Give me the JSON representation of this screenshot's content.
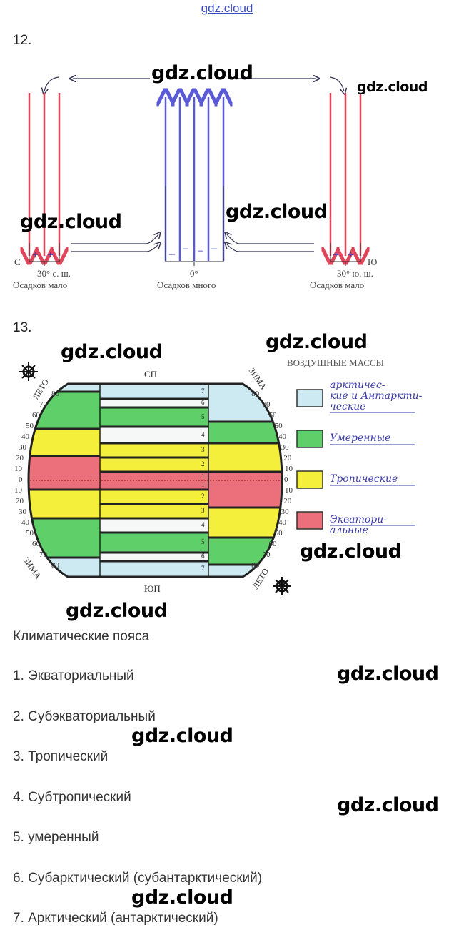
{
  "header": {
    "link": "gdz.cloud"
  },
  "task12": {
    "number": "12.",
    "labels": {
      "north": "С",
      "south": "Ю",
      "lat_north": "30° с. ш.",
      "lat_equator": "0°",
      "lat_south": "30° ю. ш.",
      "precip_low_left": "Осадков мало",
      "precip_high": "Осадков много",
      "precip_low_right": "Осадков мало",
      "plus": "+",
      "minus": "–"
    },
    "colors": {
      "descending": "#e0455a",
      "ascending": "#5a5ad6",
      "arrow": "#333355"
    }
  },
  "task13": {
    "number": "13.",
    "north_pole": "СП",
    "south_pole": "ЮП",
    "summer": "ЛЕТО",
    "winter": "ЗИМА",
    "legend_title": "ВОЗДУШНЫЕ МАССЫ",
    "legend": [
      {
        "color": "#cdeaf2",
        "line1": "арктичес-",
        "line2": "кие и Антаркти-",
        "line3": "ческие"
      },
      {
        "color": "#5fcf6a",
        "line1": "Умеренные",
        "line2": "",
        "line3": ""
      },
      {
        "color": "#f4ef3a",
        "line1": "Тропические",
        "line2": "",
        "line3": ""
      },
      {
        "color": "#ec6f7c",
        "line1": "Экватори-",
        "line2": "альные",
        "line3": ""
      }
    ],
    "zone_numbers": [
      "7",
      "6",
      "5",
      "4",
      "3",
      "2",
      "1",
      "1",
      "2",
      "3",
      "4",
      "5",
      "6",
      "7"
    ],
    "lat_left": [
      "80",
      "70",
      "60",
      "50",
      "40",
      "30",
      "20",
      "10",
      "0",
      "10",
      "20",
      "30",
      "40",
      "50",
      "60",
      "70",
      "80"
    ],
    "lat_right": [
      "80",
      "70",
      "60",
      "50",
      "40",
      "30",
      "20",
      "10",
      "0",
      "10",
      "20",
      "30",
      "40",
      "50",
      "60",
      "70",
      "80"
    ]
  },
  "climate": {
    "title": "Климатические пояса",
    "items": [
      "1. Экваториальный",
      "2. Субэкваториальный",
      "3. Тропический",
      "4. Субтропический",
      "5. умеренный",
      "6. Субарктический (субантарктический)",
      "7. Арктический (антарктический)"
    ]
  },
  "watermark": "gdz.cloud"
}
